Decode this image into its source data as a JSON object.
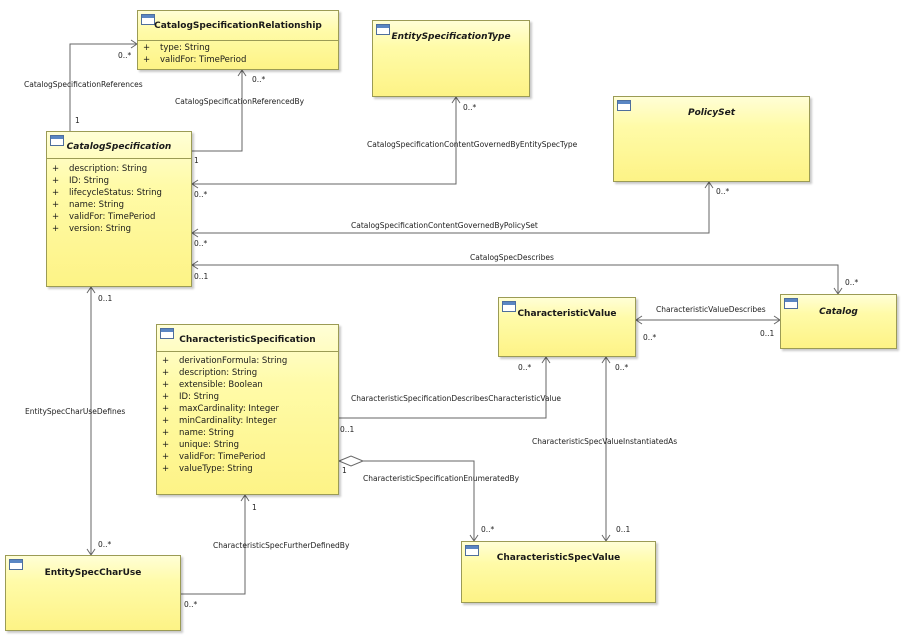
{
  "classes": {
    "csr": {
      "name": "CatalogSpecificationRelationship",
      "attributes": [
        "type: String",
        "validFor: TimePeriod"
      ]
    },
    "est": {
      "name": "EntitySpecificationType",
      "attributes": []
    },
    "ps": {
      "name": "PolicySet",
      "attributes": []
    },
    "cs": {
      "name": "CatalogSpecification",
      "attributes": [
        "description: String",
        "ID: String",
        "lifecycleStatus: String",
        "name: String",
        "validFor: TimePeriod",
        "version: String"
      ]
    },
    "chs": {
      "name": "CharacteristicSpecification",
      "attributes": [
        "derivationFormula: String",
        "description: String",
        "extensible: Boolean",
        "ID: String",
        "maxCardinality: Integer",
        "minCardinality: Integer",
        "name: String",
        "unique: String",
        "validFor: TimePeriod",
        "valueType: String"
      ]
    },
    "cv": {
      "name": "CharacteristicValue",
      "attributes": []
    },
    "cat": {
      "name": "Catalog",
      "attributes": []
    },
    "escu": {
      "name": "EntitySpecCharUse",
      "attributes": []
    },
    "csv": {
      "name": "CharacteristicSpecValue",
      "attributes": []
    }
  },
  "visibility_symbol": "+",
  "associations": [
    {
      "name": "CatalogSpecificationReferences",
      "mult_a": "0..*",
      "mult_b": "1"
    },
    {
      "name": "CatalogSpecificationReferencedBy",
      "mult_a": "0..*",
      "mult_b": "1"
    },
    {
      "name": "CatalogSpecificationContentGovernedByEntitySpecType",
      "mult_a": "0..*",
      "mult_b": "0..*"
    },
    {
      "name": "CatalogSpecificationContentGovernedByPolicySet",
      "mult_a": "0..*",
      "mult_b": "0..*"
    },
    {
      "name": "CatalogSpecDescribes",
      "mult_a": "0..*",
      "mult_b": "0..1"
    },
    {
      "name": "CharacteristicValueDescribes",
      "mult_a": "0..*",
      "mult_b": "0..1"
    },
    {
      "name": "CharacteristicSpecificationDescribesCharacteristicValue",
      "mult_a": "0..*",
      "mult_b": "0..1"
    },
    {
      "name": "CharacteristicSpecValueInstantiatedAs",
      "mult_a": "0..*",
      "mult_b": "0..1"
    },
    {
      "name": "CharacteristicSpecificationEnumeratedBy",
      "mult_a": "1",
      "mult_b": "0..*"
    },
    {
      "name": "EntitySpecCharUseDefines",
      "mult_a": "0..1",
      "mult_b": "0..*"
    },
    {
      "name": "CharacteristicSpecFurtherDefinedBy",
      "mult_a": "1",
      "mult_b": "0..*"
    }
  ]
}
